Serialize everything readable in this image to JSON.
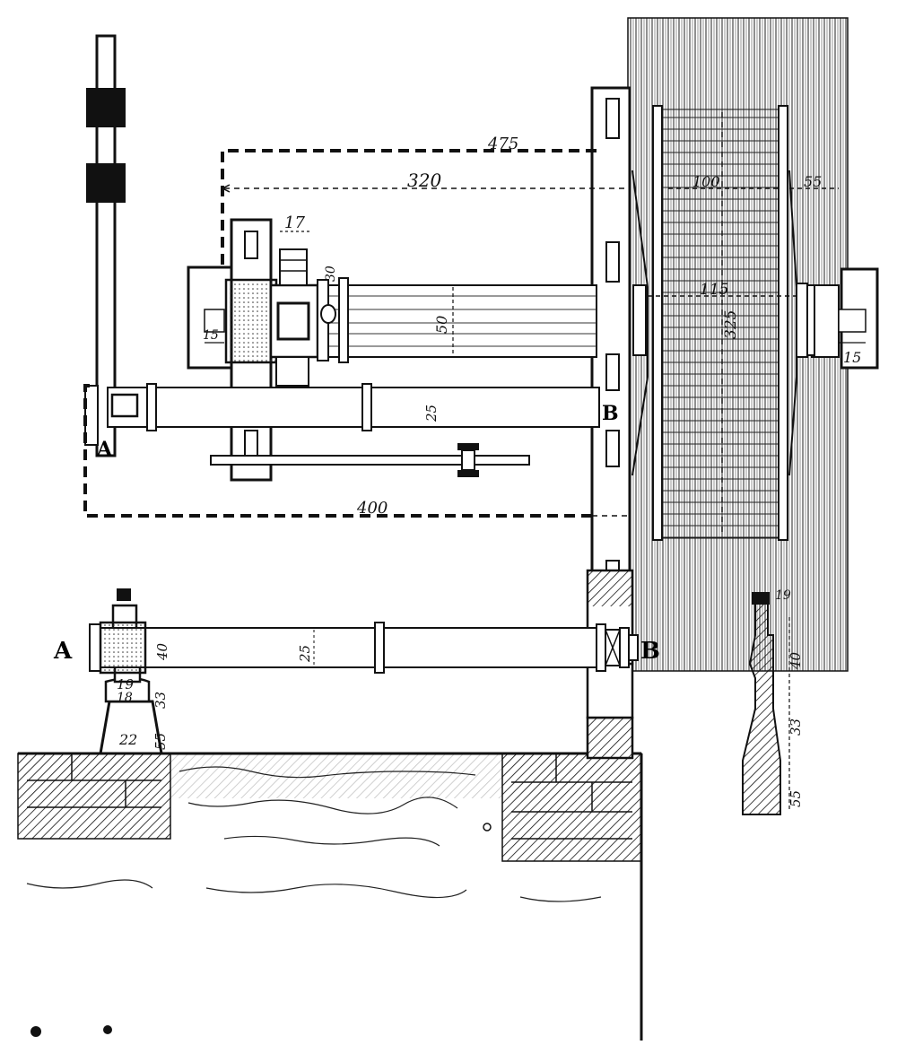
{
  "plan_view": {
    "labels": {
      "point_a": "A",
      "point_b": "B"
    },
    "dimensions": {
      "d475": "475",
      "d320": "320",
      "d100": "100",
      "d55": "55",
      "d17": "17",
      "d30": "30",
      "d50": "50",
      "d15_left": "15",
      "d115": "115",
      "d325": "325",
      "d15_right": "15",
      "d25": "25",
      "d400": "400"
    }
  },
  "elevation_view": {
    "labels": {
      "point_a": "A",
      "point_b": "B"
    },
    "dimensions": {
      "d25": "25",
      "d40": "40",
      "d19": "19",
      "d33": "33",
      "d18": "18",
      "d55": "55",
      "d22": "22"
    }
  },
  "section_view": {
    "dimensions": {
      "d19": "19",
      "d40": "40",
      "d33": "33",
      "d55": "55"
    }
  },
  "colors": {
    "ink": "#111111",
    "paper": "#ffffff"
  }
}
